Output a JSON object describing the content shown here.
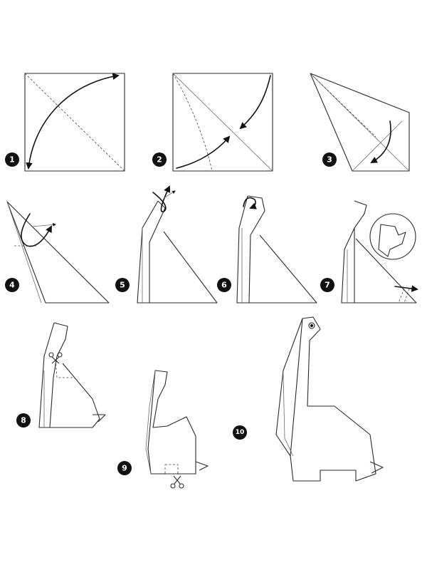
{
  "steps": [
    {
      "number": "1"
    },
    {
      "number": "2"
    },
    {
      "number": "3"
    },
    {
      "number": "4"
    },
    {
      "number": "5"
    },
    {
      "number": "6"
    },
    {
      "number": "7"
    },
    {
      "number": "8"
    },
    {
      "number": "9"
    },
    {
      "number": "10"
    }
  ],
  "icons": {
    "arrow": "fold-arrow-icon",
    "scissors": "scissors-icon",
    "eye": "eye-icon"
  },
  "colors": {
    "line": "#2a2a2a",
    "badge": "#111111",
    "badge_text": "#ffffff",
    "background": "#ffffff"
  }
}
